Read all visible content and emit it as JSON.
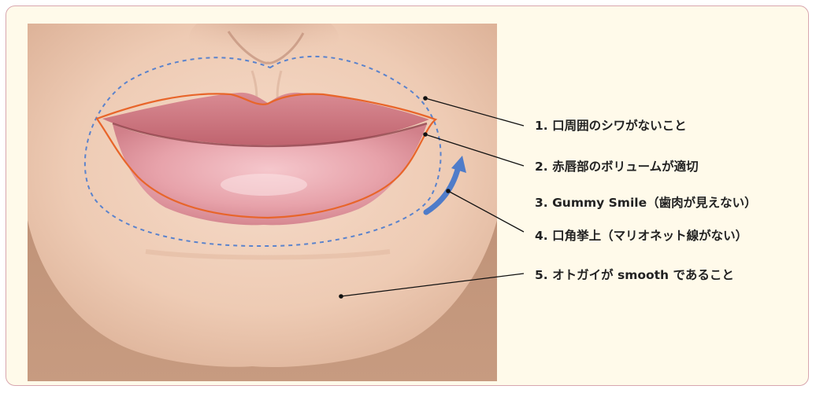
{
  "annotations": [
    {
      "id": 1,
      "text": "1.  口周囲のシワがないこと"
    },
    {
      "id": 2,
      "text": "2.  赤唇部のボリュームが適切"
    },
    {
      "id": 3,
      "text": "3.  Gummy Smile（歯肉が見えない）"
    },
    {
      "id": 4,
      "text": "4.  口角挙上（マリオネット線がない）"
    },
    {
      "id": 5,
      "text": "5.  オトガイが smooth であること"
    }
  ],
  "colors": {
    "frame_border": "#d8a6ae",
    "frame_bg": "#fffaea",
    "lip_outline": "#e8652a",
    "perioral_dashed": "#5b83cc",
    "lift_arrow": "#4f7cc9",
    "leader_line": "#111111"
  },
  "illustration": "lower face / lips photo"
}
